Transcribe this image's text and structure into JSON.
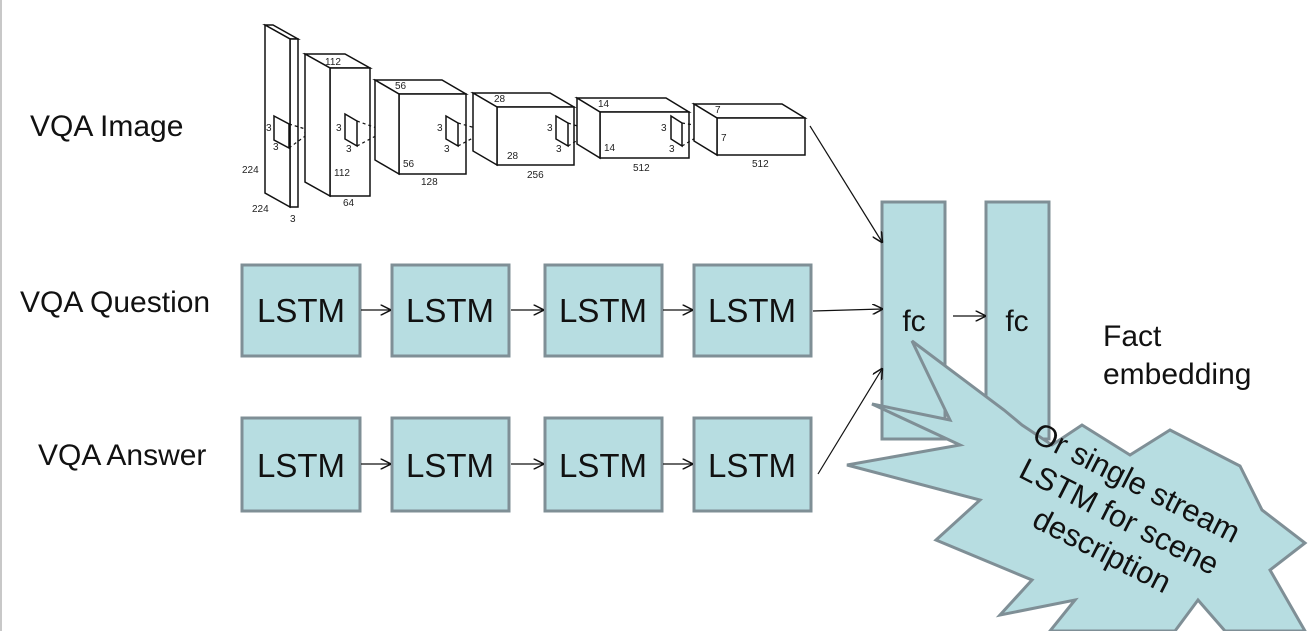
{
  "labels": {
    "image": "VQA Image",
    "question": "VQA Question",
    "answer": "VQA Answer",
    "fact": [
      "Fact",
      "embedding"
    ]
  },
  "lstm_label": "LSTM",
  "fc_label": "fc",
  "callout": [
    "Or single stream",
    "LSTM for scene",
    "description"
  ],
  "cnn": {
    "layers": [
      {
        "h": "224",
        "w": "224",
        "d": "3",
        "k1": "3",
        "k2": "3"
      },
      {
        "top": "112",
        "h": "112",
        "d": "64",
        "k1": "3",
        "k2": "3"
      },
      {
        "top": "56",
        "h": "56",
        "d": "128",
        "k1": "3",
        "k2": "3"
      },
      {
        "top": "28",
        "h": "28",
        "d": "256",
        "k1": "3",
        "k2": "3"
      },
      {
        "top": "14",
        "h": "14",
        "d": "512",
        "k1": "3",
        "k2": "3"
      },
      {
        "top": "7",
        "h": "7",
        "d": "512"
      }
    ]
  },
  "colors": {
    "box_fill": "#b7dde1",
    "box_border": "#7f8f96"
  }
}
